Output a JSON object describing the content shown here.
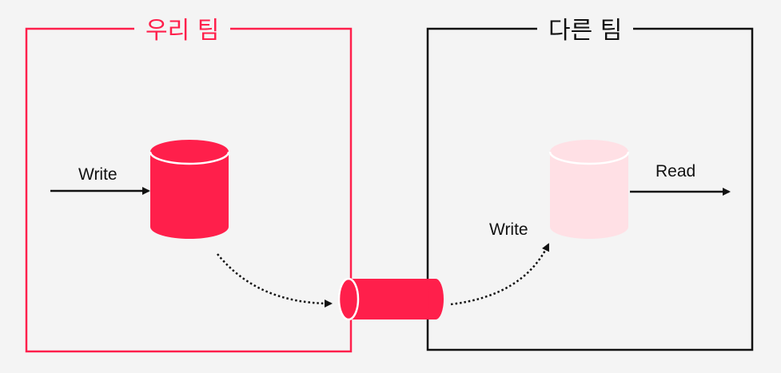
{
  "colors": {
    "accent": "#ff1f4b",
    "faded": "#ffe0e5",
    "ink": "#111111",
    "background": "#f4f4f4"
  },
  "our_team": {
    "title": "우리 팀",
    "write_label": "Write"
  },
  "other_team": {
    "title": "다른 팀",
    "write_label": "Write",
    "read_label": "Read"
  }
}
